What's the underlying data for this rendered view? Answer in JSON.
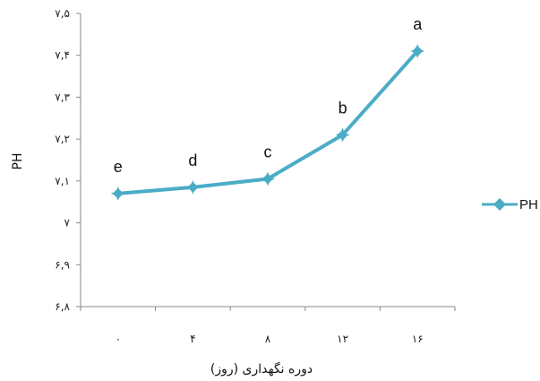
{
  "chart_data": {
    "type": "line",
    "ylabel": "PH",
    "xlabel": "دوره نگهداری (روز)",
    "categories": [
      "۰",
      "۴",
      "۸",
      "۱۲",
      "۱۶"
    ],
    "ylim": [
      6.8,
      7.5
    ],
    "yticks": [
      6.8,
      6.9,
      7.0,
      7.1,
      7.2,
      7.3,
      7.4,
      7.5
    ],
    "ytick_labels": [
      "۶,۸",
      "۶,۹",
      "۷",
      "۷,۱",
      "۷,۲",
      "۷,۳",
      "۷,۴",
      "۷,۵"
    ],
    "grid": false,
    "legend_position": "right",
    "series": [
      {
        "name": "PH",
        "color": "#4BACC6",
        "marker": "star-diamond",
        "values": [
          7.07,
          7.085,
          7.105,
          7.21,
          7.41
        ],
        "annotations": [
          "e",
          "d",
          "c",
          "b",
          "a"
        ]
      }
    ]
  }
}
